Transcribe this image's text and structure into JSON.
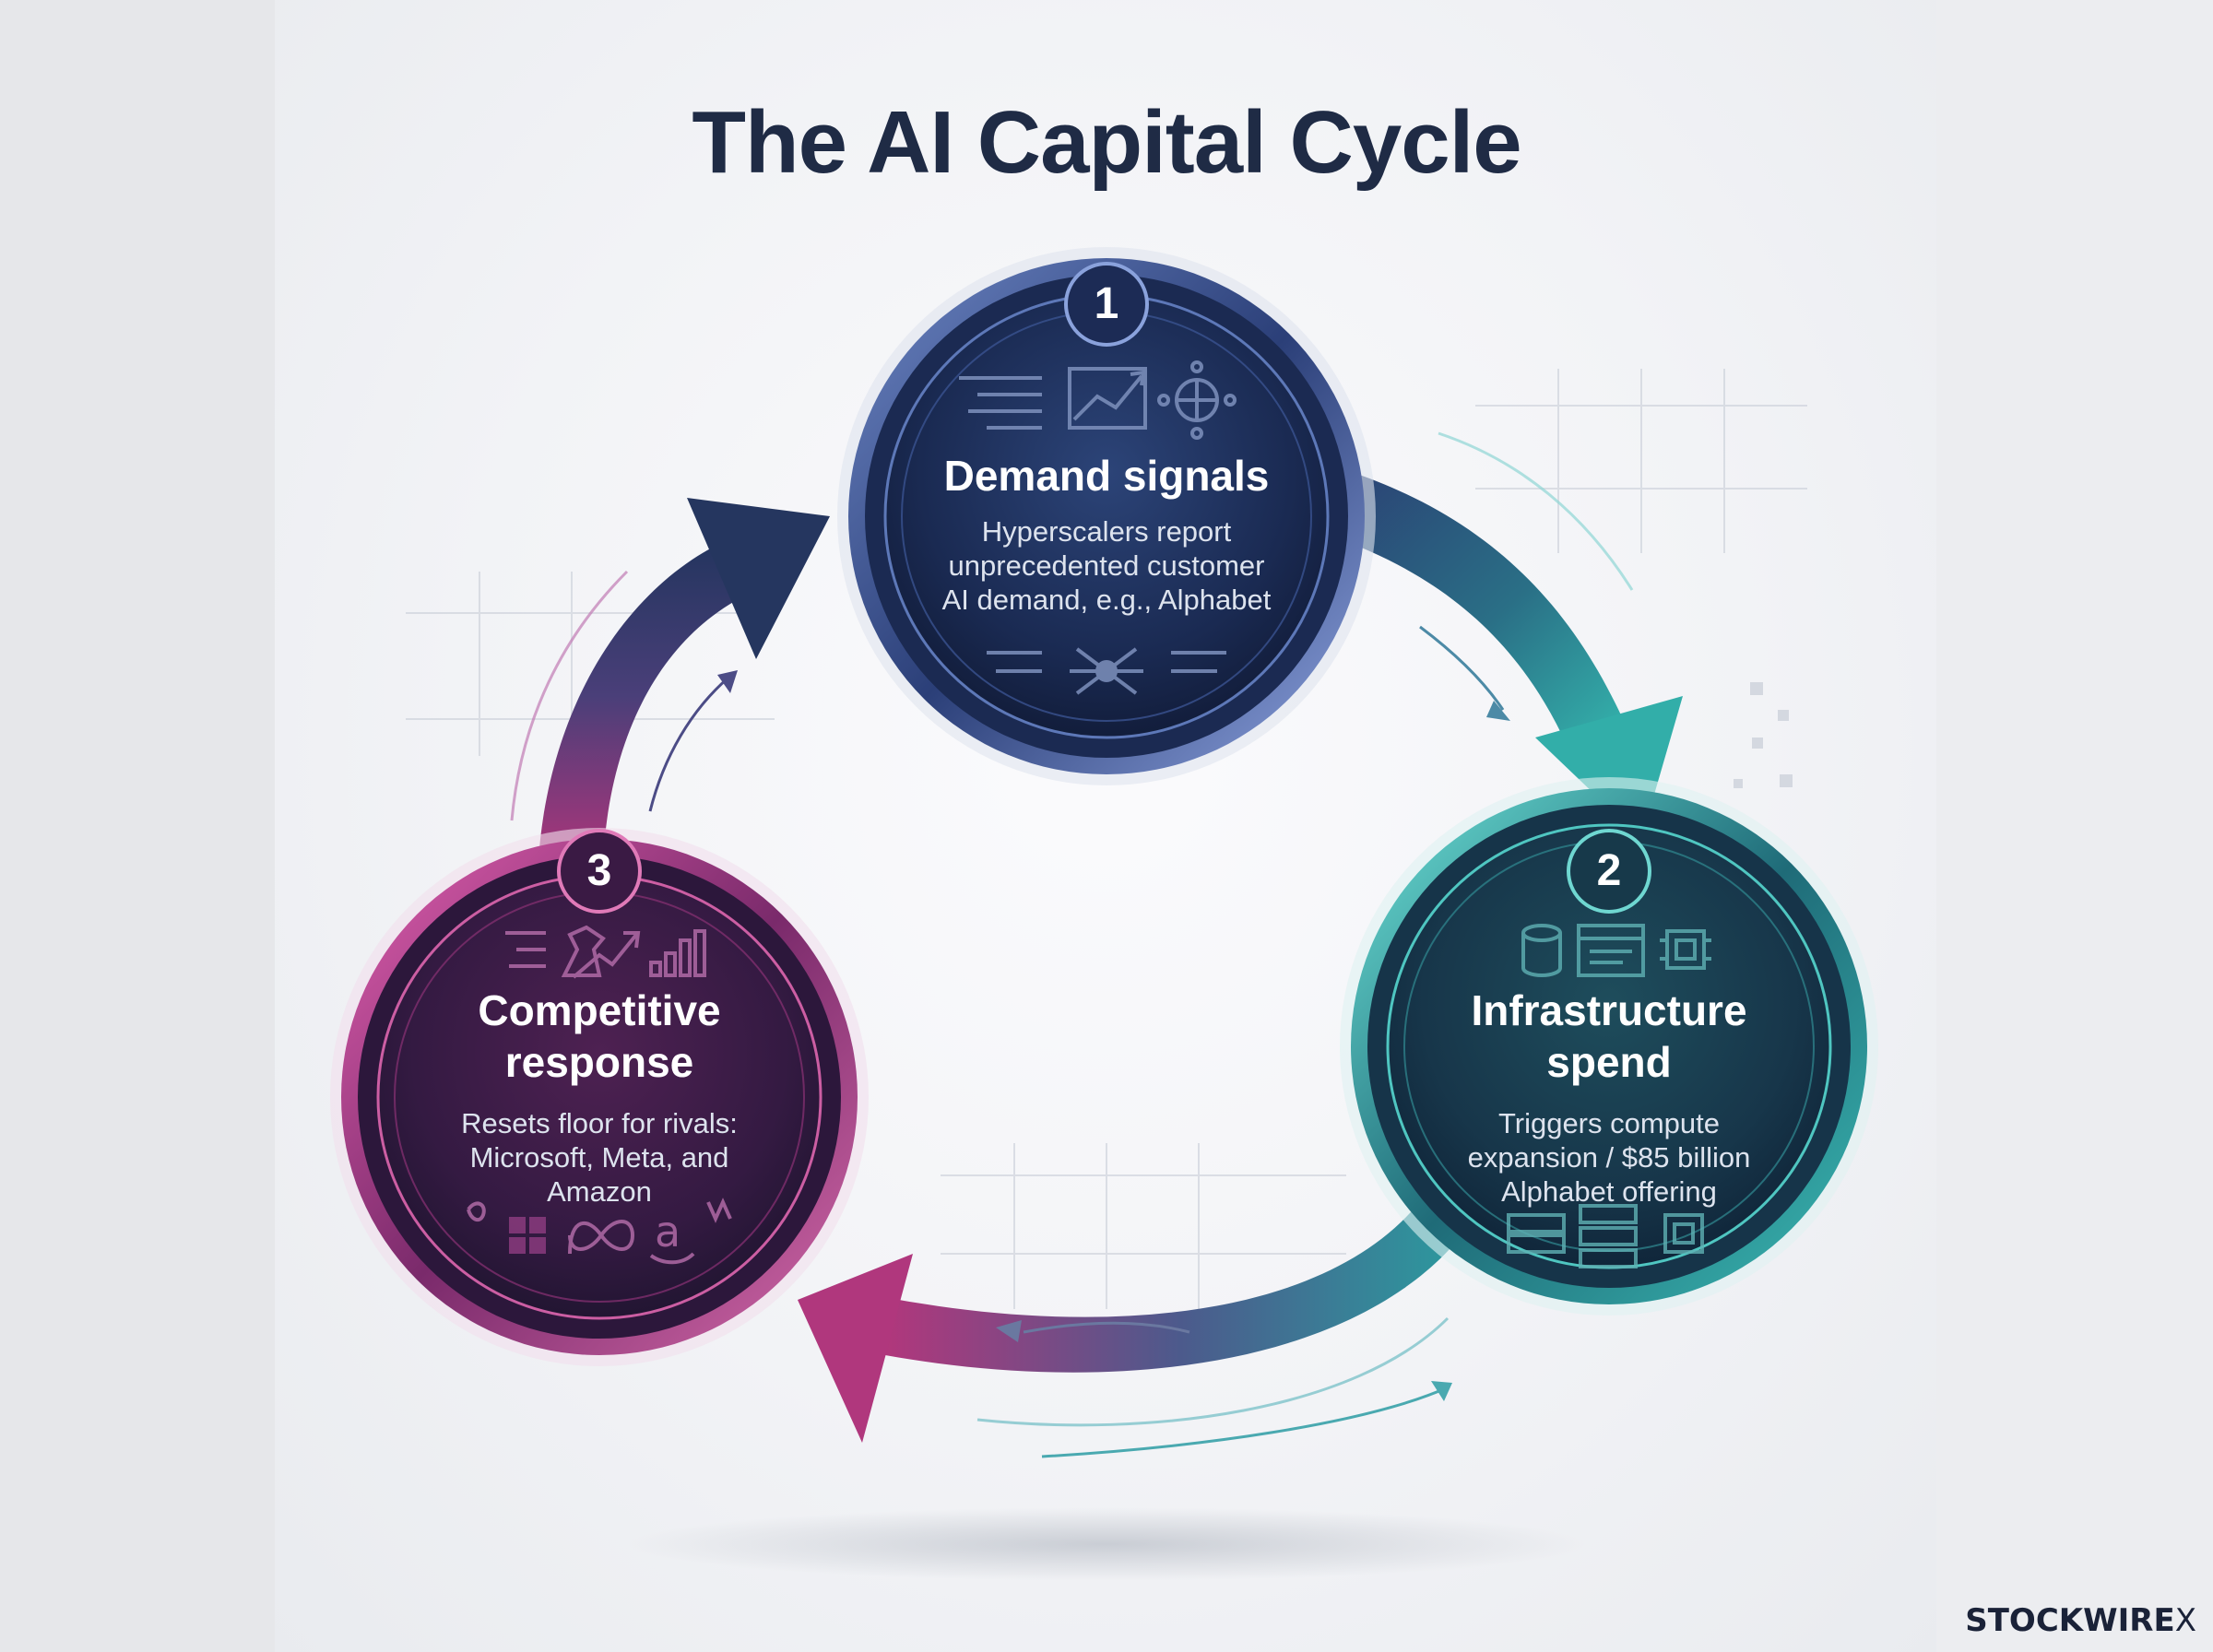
{
  "title": "The AI Capital Cycle",
  "nodes": [
    {
      "number": "1",
      "heading": "Demand signals",
      "body": "Hyperscalers report unprecedented customer AI demand, e.g., Alphabet",
      "color": "#23356a"
    },
    {
      "number": "2",
      "heading": "Infrastructure spend",
      "body": "Triggers compute expansion / $85 billion Alphabet offering",
      "color": "#1a5c6a"
    },
    {
      "number": "3",
      "heading": "Competitive response",
      "body": "Resets floor for rivals: Microsoft, Meta, and Amazon",
      "color": "#5a1f55"
    }
  ],
  "brand": {
    "name": "STOCKWIRE",
    "mark": "X"
  },
  "colors": {
    "title": "#1f2b45",
    "demand": "#2b4a8a",
    "infra": "#2aa9a8",
    "response": "#b0367e"
  }
}
